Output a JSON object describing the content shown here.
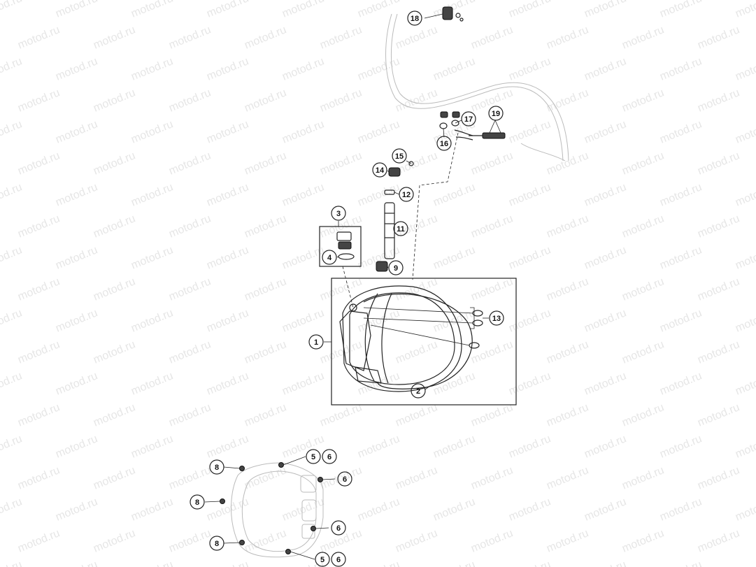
{
  "watermark": "motod.ru",
  "callouts": [
    {
      "id": "1",
      "label": "1"
    },
    {
      "id": "2",
      "label": "2"
    },
    {
      "id": "3",
      "label": "3"
    },
    {
      "id": "4",
      "label": "4"
    },
    {
      "id": "5a",
      "label": "5"
    },
    {
      "id": "6a",
      "label": "6"
    },
    {
      "id": "6b",
      "label": "6"
    },
    {
      "id": "6c",
      "label": "6"
    },
    {
      "id": "5b",
      "label": "5"
    },
    {
      "id": "6d",
      "label": "6"
    },
    {
      "id": "8a",
      "label": "8"
    },
    {
      "id": "8b",
      "label": "8"
    },
    {
      "id": "8c",
      "label": "8"
    },
    {
      "id": "9",
      "label": "9"
    },
    {
      "id": "11",
      "label": "11"
    },
    {
      "id": "12",
      "label": "12"
    },
    {
      "id": "13",
      "label": "13"
    },
    {
      "id": "14",
      "label": "14"
    },
    {
      "id": "15",
      "label": "15"
    },
    {
      "id": "16",
      "label": "16"
    },
    {
      "id": "17",
      "label": "17"
    },
    {
      "id": "18",
      "label": "18"
    },
    {
      "id": "19",
      "label": "19"
    }
  ]
}
